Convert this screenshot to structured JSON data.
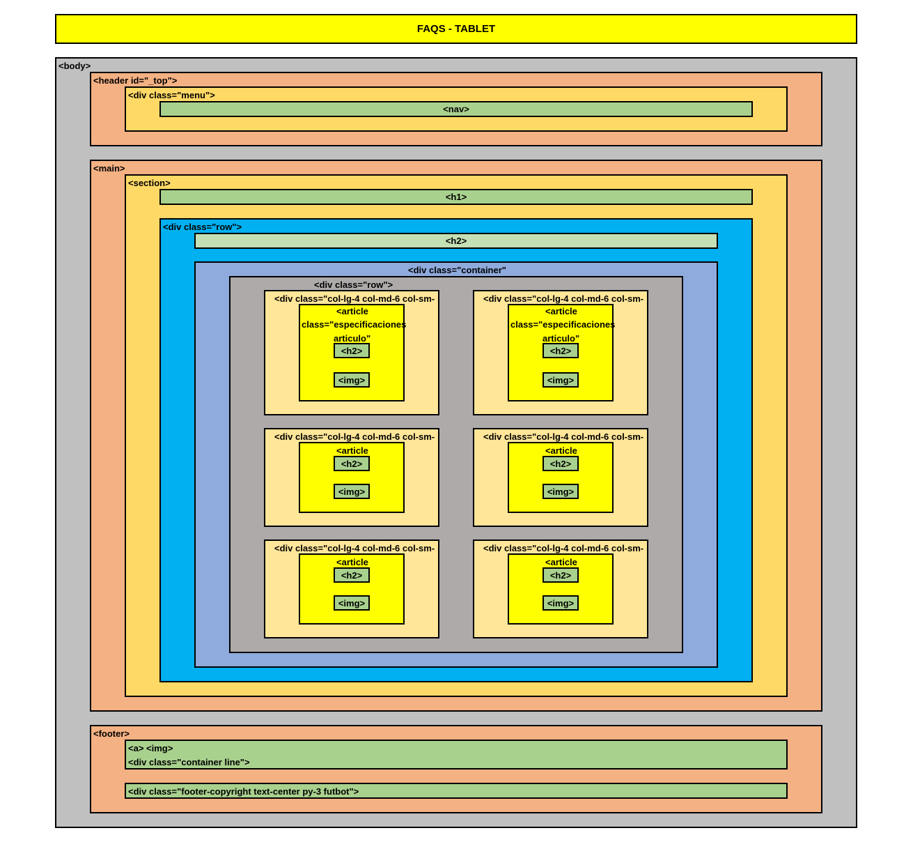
{
  "title": "FAQS - TABLET",
  "body_label": "<body>",
  "header": {
    "label": "<header id=\"_top\">",
    "menu_label": "<div class=\"menu\">",
    "nav_label": "<nav>"
  },
  "main": {
    "label": "<main>",
    "section_label": "<section>",
    "h1_label": "<h1>",
    "row_label": "<div class=\"row\">",
    "h2_label": "<h2>",
    "container_label": "<div class=\"container\"",
    "inner_row_label": "<div class=\"row\">",
    "col_label": "<div class=\"col-lg-4 col-md-6 col-sm-",
    "article_spec_lines": [
      "<article",
      "class=\"especificaciones",
      "articulo\""
    ],
    "article_label": "<article",
    "card_h2": "<h2>",
    "card_img": "<img>"
  },
  "footer": {
    "label": "<footer>",
    "line1": "<a> <img>",
    "line2": "<div class=\"container line\">",
    "copyright": "<div class=\"footer-copyright text-center py-3 futbot\">"
  },
  "colors": {
    "title": "#ffff00",
    "body": "#c0c0c0",
    "orange": "#f4b183",
    "gold": "#ffd966",
    "green": "#a9d18e",
    "light_green": "#c5e0b4",
    "blue": "#00b0f0",
    "periwinkle": "#8faadc",
    "gray": "#aeaaaa",
    "cream": "#ffe699",
    "yellow": "#ffff00"
  }
}
